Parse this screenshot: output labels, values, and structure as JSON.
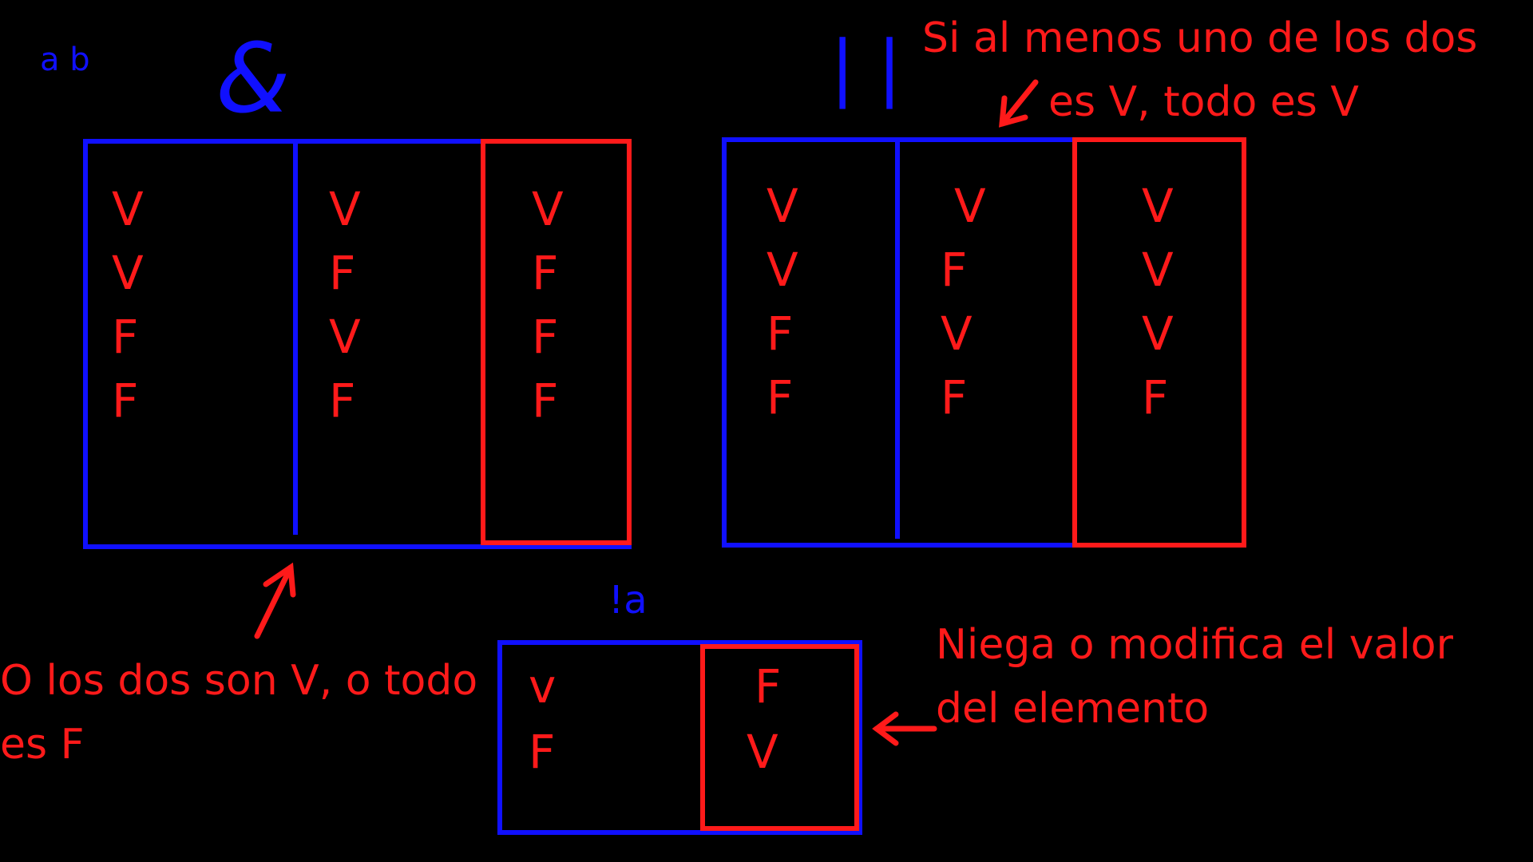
{
  "colors": {
    "background": "#000000",
    "blue": "#1010ff",
    "red": "#ff1a1a"
  },
  "and_table": {
    "header": "a b",
    "operator": "&",
    "columns": [
      {
        "role": "a",
        "values": [
          "V",
          "V",
          "F",
          "F"
        ]
      },
      {
        "role": "b",
        "values": [
          "V",
          "F",
          "V",
          "F"
        ]
      },
      {
        "role": "result",
        "values": [
          "V",
          "F",
          "F",
          "F"
        ]
      }
    ],
    "note": [
      "O los dos son V, o todo",
      "es F"
    ]
  },
  "or_table": {
    "operator": "| |",
    "columns": [
      {
        "role": "a",
        "values": [
          "V",
          "V",
          "F",
          "F"
        ]
      },
      {
        "role": "b",
        "values": [
          "V",
          "F",
          "V",
          "F"
        ]
      },
      {
        "role": "result",
        "values": [
          "V",
          "V",
          "V",
          "F"
        ]
      }
    ],
    "note": [
      "Si al menos uno de los dos",
      "es V, todo es V"
    ]
  },
  "not_table": {
    "header": "!a",
    "columns": [
      {
        "role": "a",
        "values": [
          "v",
          "F"
        ]
      },
      {
        "role": "result",
        "values": [
          "F",
          "V"
        ]
      }
    ],
    "note": [
      "Niega o modifica el valor",
      "del elemento"
    ]
  }
}
